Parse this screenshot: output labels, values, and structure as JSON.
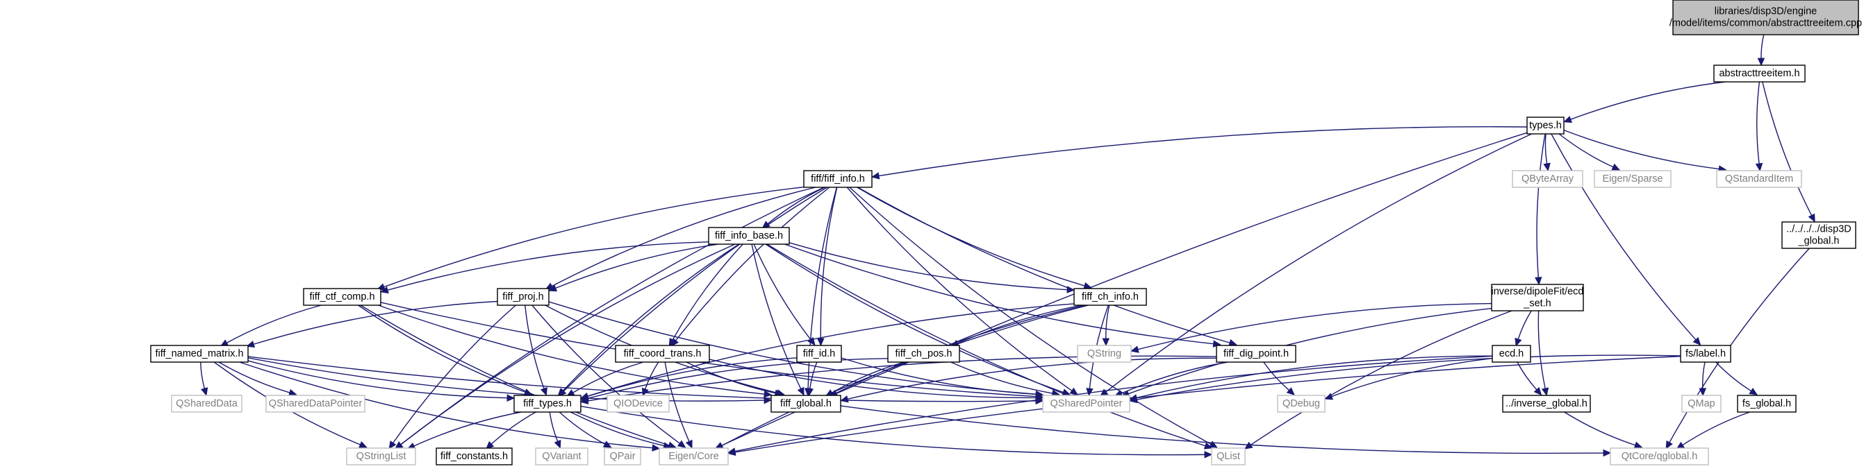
{
  "colors": {
    "edge": "#191970",
    "root_fill": "#bfbfbf",
    "node_border": "#000000",
    "external_border": "#bfbfbf",
    "external_text": "#7f7f7f",
    "node_text": "#000000"
  },
  "nodes": [
    {
      "id": "root",
      "lines": [
        "libraries/disp3D/engine",
        "/model/items/common/abstracttreeitem.cpp"
      ],
      "kind": "root"
    },
    {
      "id": "abstracttreeitem_h",
      "lines": [
        "abstracttreeitem.h"
      ],
      "kind": "normal"
    },
    {
      "id": "types_h",
      "lines": [
        "types.h"
      ],
      "kind": "normal"
    },
    {
      "id": "fiff_info_h",
      "lines": [
        "fiff/fiff_info.h"
      ],
      "kind": "normal"
    },
    {
      "id": "qbytearray",
      "lines": [
        "QByteArray"
      ],
      "kind": "external"
    },
    {
      "id": "eigen_sparse",
      "lines": [
        "Eigen/Sparse"
      ],
      "kind": "external"
    },
    {
      "id": "qstandarditem",
      "lines": [
        "QStandardItem"
      ],
      "kind": "external"
    },
    {
      "id": "disp3d_global_h",
      "lines": [
        "../../../../disp3D",
        "_global.h"
      ],
      "kind": "normal"
    },
    {
      "id": "fiff_info_base_h",
      "lines": [
        "fiff_info_base.h"
      ],
      "kind": "normal"
    },
    {
      "id": "fiff_ctf_comp_h",
      "lines": [
        "fiff_ctf_comp.h"
      ],
      "kind": "normal"
    },
    {
      "id": "fiff_proj_h",
      "lines": [
        "fiff_proj.h"
      ],
      "kind": "normal"
    },
    {
      "id": "fiff_ch_info_h",
      "lines": [
        "fiff_ch_info.h"
      ],
      "kind": "normal"
    },
    {
      "id": "ecd_set_h",
      "lines": [
        "inverse/dipoleFit/ecd",
        "_set.h"
      ],
      "kind": "normal"
    },
    {
      "id": "fs_label_h",
      "lines": [
        "fs/label.h"
      ],
      "kind": "normal"
    },
    {
      "id": "fiff_named_matrix_h",
      "lines": [
        "fiff_named_matrix.h"
      ],
      "kind": "normal"
    },
    {
      "id": "fiff_coord_trans_h",
      "lines": [
        "fiff_coord_trans.h"
      ],
      "kind": "normal"
    },
    {
      "id": "fiff_id_h",
      "lines": [
        "fiff_id.h"
      ],
      "kind": "normal"
    },
    {
      "id": "fiff_ch_pos_h",
      "lines": [
        "fiff_ch_pos.h"
      ],
      "kind": "normal"
    },
    {
      "id": "fiff_dig_point_h",
      "lines": [
        "fiff_dig_point.h"
      ],
      "kind": "normal"
    },
    {
      "id": "qstring",
      "lines": [
        "QString"
      ],
      "kind": "external"
    },
    {
      "id": "ecd_h",
      "lines": [
        "ecd.h"
      ],
      "kind": "normal"
    },
    {
      "id": "qshareddata",
      "lines": [
        "QSharedData"
      ],
      "kind": "external"
    },
    {
      "id": "qshareddatapointer",
      "lines": [
        "QSharedDataPointer"
      ],
      "kind": "external"
    },
    {
      "id": "fiff_types_h",
      "lines": [
        "fiff_types.h"
      ],
      "kind": "normal"
    },
    {
      "id": "qiodevice",
      "lines": [
        "QIODevice"
      ],
      "kind": "external"
    },
    {
      "id": "fiff_global_h",
      "lines": [
        "fiff_global.h"
      ],
      "kind": "normal"
    },
    {
      "id": "qsharedpointer",
      "lines": [
        "QSharedPointer"
      ],
      "kind": "external"
    },
    {
      "id": "qdebug",
      "lines": [
        "QDebug"
      ],
      "kind": "external"
    },
    {
      "id": "inverse_global_h",
      "lines": [
        "../inverse_global.h"
      ],
      "kind": "normal"
    },
    {
      "id": "qmap",
      "lines": [
        "QMap"
      ],
      "kind": "external"
    },
    {
      "id": "fs_global_h",
      "lines": [
        "fs_global.h"
      ],
      "kind": "normal"
    },
    {
      "id": "qstringlist",
      "lines": [
        "QStringList"
      ],
      "kind": "external"
    },
    {
      "id": "fiff_constants_h",
      "lines": [
        "fiff_constants.h"
      ],
      "kind": "normal"
    },
    {
      "id": "qvariant",
      "lines": [
        "QVariant"
      ],
      "kind": "external"
    },
    {
      "id": "qpair",
      "lines": [
        "QPair"
      ],
      "kind": "external"
    },
    {
      "id": "eigen_core",
      "lines": [
        "Eigen/Core"
      ],
      "kind": "external"
    },
    {
      "id": "qlist",
      "lines": [
        "QList"
      ],
      "kind": "external"
    },
    {
      "id": "qtcore_qglobal_h",
      "lines": [
        "QtCore/qglobal.h"
      ],
      "kind": "external"
    }
  ],
  "edges": [
    [
      "root",
      "abstracttreeitem_h"
    ],
    [
      "abstracttreeitem_h",
      "types_h"
    ],
    [
      "abstracttreeitem_h",
      "qstandarditem"
    ],
    [
      "abstracttreeitem_h",
      "disp3d_global_h"
    ],
    [
      "types_h",
      "fiff_info_h"
    ],
    [
      "types_h",
      "qbytearray"
    ],
    [
      "types_h",
      "eigen_sparse"
    ],
    [
      "types_h",
      "qstandarditem"
    ],
    [
      "types_h",
      "ecd_set_h"
    ],
    [
      "types_h",
      "fs_label_h"
    ],
    [
      "types_h",
      "qsharedpointer"
    ],
    [
      "types_h",
      "eigen_core"
    ],
    [
      "disp3d_global_h",
      "qtcore_qglobal_h"
    ],
    [
      "fiff_info_h",
      "fiff_info_base_h"
    ],
    [
      "fiff_info_h",
      "fiff_ctf_comp_h"
    ],
    [
      "fiff_info_h",
      "fiff_proj_h"
    ],
    [
      "fiff_info_h",
      "fiff_ch_info_h"
    ],
    [
      "fiff_info_h",
      "fiff_coord_trans_h"
    ],
    [
      "fiff_info_h",
      "fiff_id_h"
    ],
    [
      "fiff_info_h",
      "fiff_dig_point_h"
    ],
    [
      "fiff_info_h",
      "fiff_types_h"
    ],
    [
      "fiff_info_h",
      "fiff_global_h"
    ],
    [
      "fiff_info_h",
      "qsharedpointer"
    ],
    [
      "fiff_info_h",
      "qstringlist"
    ],
    [
      "fiff_info_h",
      "qlist"
    ],
    [
      "fiff_info_base_h",
      "fiff_ctf_comp_h"
    ],
    [
      "fiff_info_base_h",
      "fiff_proj_h"
    ],
    [
      "fiff_info_base_h",
      "fiff_ch_info_h"
    ],
    [
      "fiff_info_base_h",
      "fiff_coord_trans_h"
    ],
    [
      "fiff_info_base_h",
      "fiff_id_h"
    ],
    [
      "fiff_info_base_h",
      "fiff_dig_point_h"
    ],
    [
      "fiff_info_base_h",
      "fiff_types_h"
    ],
    [
      "fiff_info_base_h",
      "fiff_global_h"
    ],
    [
      "fiff_info_base_h",
      "qsharedpointer"
    ],
    [
      "fiff_info_base_h",
      "qstringlist"
    ],
    [
      "fiff_info_base_h",
      "qlist"
    ],
    [
      "fiff_ctf_comp_h",
      "fiff_named_matrix_h"
    ],
    [
      "fiff_ctf_comp_h",
      "fiff_types_h"
    ],
    [
      "fiff_ctf_comp_h",
      "fiff_global_h"
    ],
    [
      "fiff_ctf_comp_h",
      "qsharedpointer"
    ],
    [
      "fiff_ctf_comp_h",
      "eigen_core"
    ],
    [
      "fiff_proj_h",
      "fiff_named_matrix_h"
    ],
    [
      "fiff_proj_h",
      "fiff_types_h"
    ],
    [
      "fiff_proj_h",
      "fiff_global_h"
    ],
    [
      "fiff_proj_h",
      "qsharedpointer"
    ],
    [
      "fiff_proj_h",
      "qstringlist"
    ],
    [
      "fiff_proj_h",
      "eigen_core"
    ],
    [
      "fiff_ch_info_h",
      "fiff_ch_pos_h"
    ],
    [
      "fiff_ch_info_h",
      "fiff_types_h"
    ],
    [
      "fiff_ch_info_h",
      "fiff_global_h"
    ],
    [
      "fiff_ch_info_h",
      "qsharedpointer"
    ],
    [
      "fiff_ch_info_h",
      "qstring"
    ],
    [
      "fiff_ch_info_h",
      "eigen_core"
    ],
    [
      "ecd_set_h",
      "ecd_h"
    ],
    [
      "ecd_set_h",
      "inverse_global_h"
    ],
    [
      "ecd_set_h",
      "qstring"
    ],
    [
      "ecd_set_h",
      "qsharedpointer"
    ],
    [
      "ecd_set_h",
      "qlist"
    ],
    [
      "fs_label_h",
      "fs_global_h"
    ],
    [
      "fs_label_h",
      "qmap"
    ],
    [
      "fs_label_h",
      "qsharedpointer"
    ],
    [
      "fs_label_h",
      "eigen_core"
    ],
    [
      "fiff_named_matrix_h",
      "qshareddata"
    ],
    [
      "fiff_named_matrix_h",
      "qshareddatapointer"
    ],
    [
      "fiff_named_matrix_h",
      "fiff_types_h"
    ],
    [
      "fiff_named_matrix_h",
      "fiff_global_h"
    ],
    [
      "fiff_named_matrix_h",
      "qstringlist"
    ],
    [
      "fiff_named_matrix_h",
      "eigen_core"
    ],
    [
      "fiff_named_matrix_h",
      "qsharedpointer"
    ],
    [
      "fiff_coord_trans_h",
      "fiff_types_h"
    ],
    [
      "fiff_coord_trans_h",
      "fiff_global_h"
    ],
    [
      "fiff_coord_trans_h",
      "qiodevice"
    ],
    [
      "fiff_coord_trans_h",
      "qsharedpointer"
    ],
    [
      "fiff_coord_trans_h",
      "eigen_core"
    ],
    [
      "fiff_id_h",
      "fiff_types_h"
    ],
    [
      "fiff_id_h",
      "fiff_global_h"
    ],
    [
      "fiff_id_h",
      "qsharedpointer"
    ],
    [
      "fiff_ch_pos_h",
      "fiff_types_h"
    ],
    [
      "fiff_ch_pos_h",
      "fiff_global_h"
    ],
    [
      "fiff_ch_pos_h",
      "qsharedpointer"
    ],
    [
      "fiff_dig_point_h",
      "fiff_types_h"
    ],
    [
      "fiff_dig_point_h",
      "fiff_global_h"
    ],
    [
      "fiff_dig_point_h",
      "qsharedpointer"
    ],
    [
      "fiff_dig_point_h",
      "qdebug"
    ],
    [
      "ecd_h",
      "inverse_global_h"
    ],
    [
      "ecd_h",
      "qdebug"
    ],
    [
      "ecd_h",
      "qsharedpointer"
    ],
    [
      "ecd_h",
      "eigen_core"
    ],
    [
      "fiff_types_h",
      "qstringlist"
    ],
    [
      "fiff_types_h",
      "fiff_constants_h"
    ],
    [
      "fiff_types_h",
      "qvariant"
    ],
    [
      "fiff_types_h",
      "qpair"
    ],
    [
      "fiff_types_h",
      "eigen_core"
    ],
    [
      "fiff_types_h",
      "qlist"
    ],
    [
      "fiff_global_h",
      "qtcore_qglobal_h"
    ],
    [
      "inverse_global_h",
      "qtcore_qglobal_h"
    ],
    [
      "fs_global_h",
      "qtcore_qglobal_h"
    ]
  ]
}
